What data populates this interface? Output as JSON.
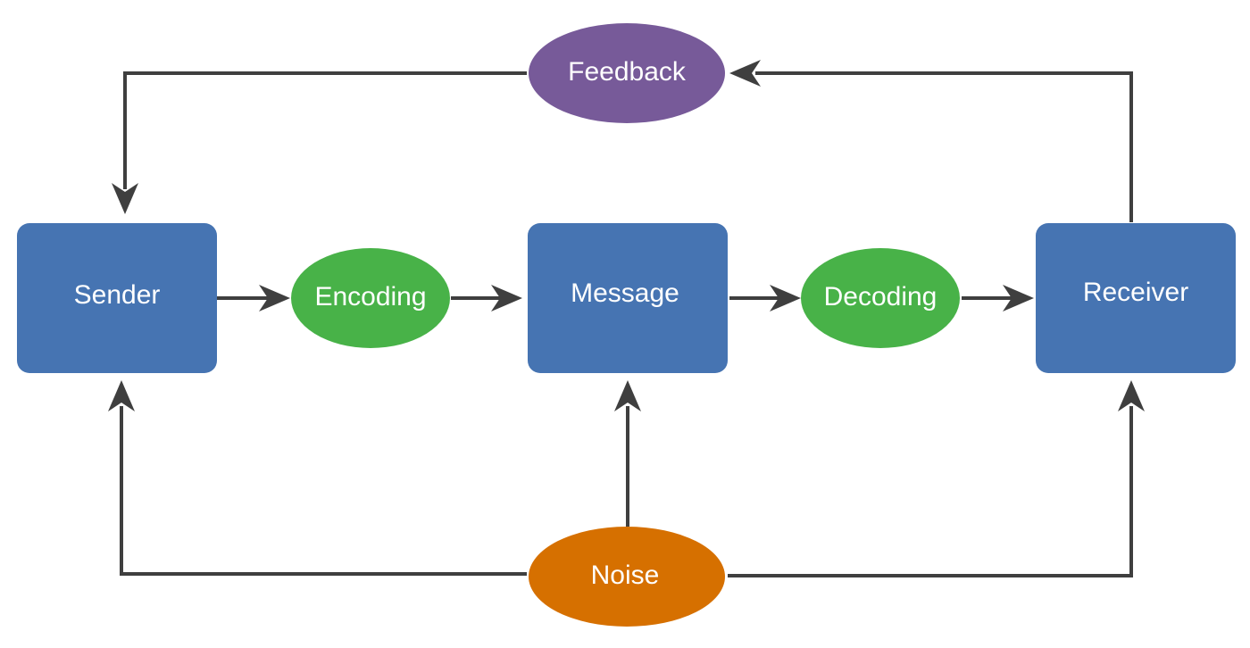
{
  "diagram": {
    "nodes": {
      "sender": {
        "label": "Sender",
        "shape": "rounded-rectangle",
        "color": "#4674B2"
      },
      "encoding": {
        "label": "Encoding",
        "shape": "ellipse",
        "color": "#48B248"
      },
      "message": {
        "label": "Message",
        "shape": "rounded-rectangle",
        "color": "#4674B2"
      },
      "decoding": {
        "label": "Decoding",
        "shape": "ellipse",
        "color": "#48B248"
      },
      "receiver": {
        "label": "Receiver",
        "shape": "rounded-rectangle",
        "color": "#4674B2"
      },
      "feedback": {
        "label": "Feedback",
        "shape": "ellipse",
        "color": "#775A99"
      },
      "noise": {
        "label": "Noise",
        "shape": "ellipse",
        "color": "#D67000"
      }
    },
    "edges": [
      {
        "from": "sender",
        "to": "encoding"
      },
      {
        "from": "encoding",
        "to": "message"
      },
      {
        "from": "message",
        "to": "decoding"
      },
      {
        "from": "decoding",
        "to": "receiver"
      },
      {
        "from": "receiver",
        "to": "feedback"
      },
      {
        "from": "feedback",
        "to": "sender"
      },
      {
        "from": "noise",
        "to": "sender"
      },
      {
        "from": "noise",
        "to": "message"
      },
      {
        "from": "noise",
        "to": "receiver"
      }
    ],
    "colors": {
      "connector": "#3F3F3F",
      "label_text": "#FFFFFF"
    }
  }
}
